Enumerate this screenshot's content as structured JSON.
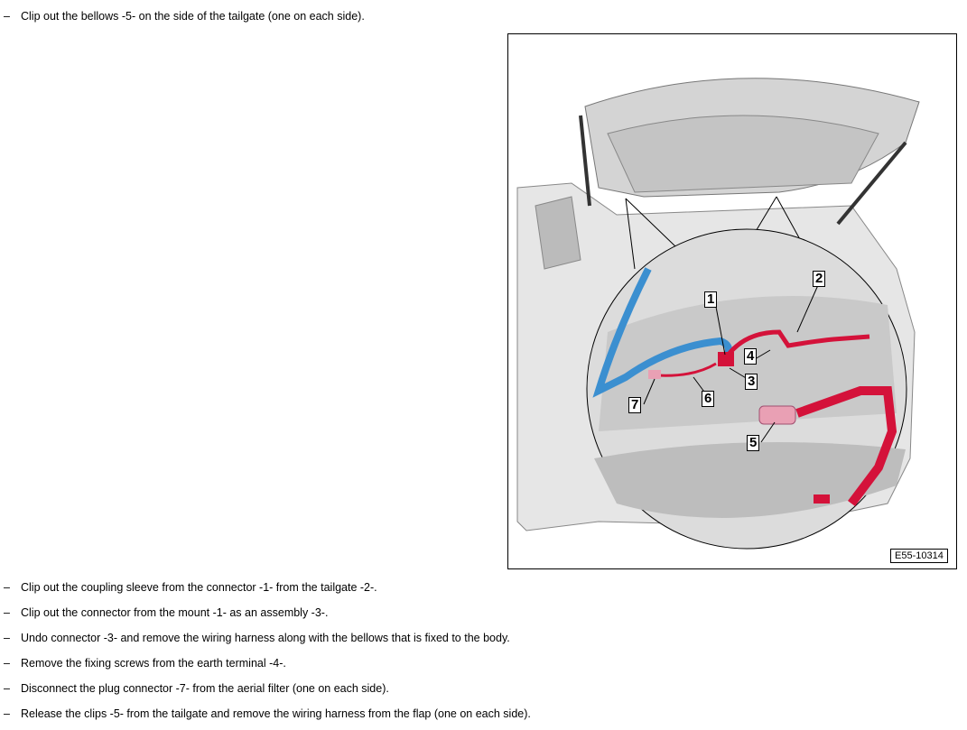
{
  "steps_before": [
    {
      "bullet": "–",
      "text": "Clip out the bellows -5- on the side of the tailgate (one on each side)."
    }
  ],
  "figure": {
    "code": "E55-10314",
    "callouts": [
      "1",
      "2",
      "3",
      "4",
      "5",
      "6",
      "7"
    ],
    "colors": {
      "harness_blue": "#3b8fd0",
      "harness_red": "#d4123a",
      "clip_pink": "#e9a0b4",
      "body_grey": "#d9d9d9"
    }
  },
  "steps_after": [
    {
      "bullet": "–",
      "text": "Clip out the coupling sleeve from the connector -1- from the tailgate -2-."
    },
    {
      "bullet": "–",
      "text": "Clip out the connector from the mount -1- as an assembly -3-."
    },
    {
      "bullet": "–",
      "text": "Undo connector -3- and remove the wiring harness along with the bellows that is fixed to the body."
    },
    {
      "bullet": "–",
      "text": "Remove the fixing screws from the earth terminal -4-."
    },
    {
      "bullet": "–",
      "text": "Disconnect the plug connector -7- from the aerial filter (one on each side)."
    },
    {
      "bullet": "–",
      "text": "Release the clips -5- from the tailgate and remove the wiring harness from the flap (one on each side)."
    }
  ]
}
